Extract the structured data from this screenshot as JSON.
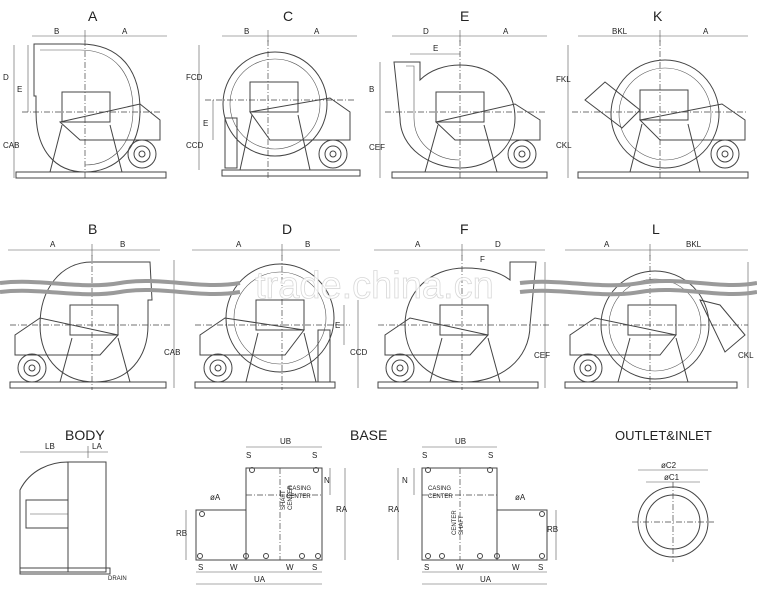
{
  "top_row": [
    {
      "title": "A",
      "dims": {
        "left": "B",
        "right": "A",
        "v1": "D",
        "v2": "E",
        "v3": "CAB"
      }
    },
    {
      "title": "C",
      "dims": {
        "left": "B",
        "right": "A",
        "v1": "FCD",
        "v2": "E",
        "v3": "CCD"
      }
    },
    {
      "title": "E",
      "dims": {
        "left": "D",
        "right": "A",
        "top2": "E",
        "v1": "B",
        "v3": "CEF"
      }
    },
    {
      "title": "K",
      "dims": {
        "left": "BKL",
        "right": "A",
        "v1": "FKL",
        "v3": "CKL"
      }
    }
  ],
  "mid_row": [
    {
      "title": "B",
      "dims": {
        "left": "A",
        "right": "B",
        "v3": "CAB"
      }
    },
    {
      "title": "D",
      "dims": {
        "left": "A",
        "right": "B",
        "v2": "E",
        "v3": "CCD"
      }
    },
    {
      "title": "F",
      "dims": {
        "left": "A",
        "right": "D",
        "top2": "F",
        "v3": "CEF"
      }
    },
    {
      "title": "L",
      "dims": {
        "left": "A",
        "right": "BKL",
        "v3": "CKL"
      }
    }
  ],
  "body": {
    "title": "BODY",
    "lb": "LB",
    "la": "LA",
    "drain": "DRAIN"
  },
  "base": {
    "title": "BASE",
    "left": {
      "ub": "UB",
      "s": "S",
      "n": "N",
      "ra": "RA",
      "rb": "RB",
      "casing": "CASING",
      "center": "CENTER",
      "shaft": "SHAFT",
      "center2": "CENTER",
      "hole": "øA",
      "w": "W",
      "ua": "UA"
    },
    "right": {
      "ub": "UB",
      "s": "S",
      "n": "N",
      "ra": "RA",
      "rb": "RB",
      "casing": "CASING",
      "center": "CENTER",
      "shaft": "CENTER",
      "center2": "SHAFT",
      "hole": "øA",
      "w": "W",
      "ua": "UA"
    }
  },
  "outlet": {
    "title": "OUTLET&INLET",
    "c2": "øC2",
    "c1": "øC1"
  },
  "watermark": "trade.china.cn"
}
